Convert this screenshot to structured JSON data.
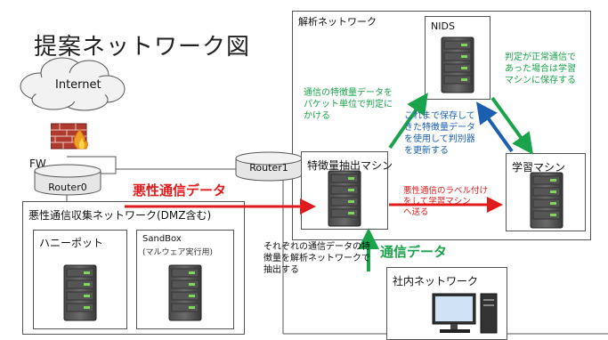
{
  "title": "提案ネットワーク図",
  "internet_label": "Internet",
  "fw_label": "FW",
  "router0_label": "Router0",
  "router1_label": "Router1",
  "analysis_network": {
    "title": "解析ネットワーク",
    "nids_label": "NIDS",
    "extractor_label": "特徴量抽出マシン",
    "learner_label": "学習マシン",
    "note_packet": [
      "通信の特徴量データを",
      "パケット単位で判定に",
      "かける"
    ],
    "note_save": [
      "判定が正常通信で",
      "あった場合は学習",
      "マシンに保存する"
    ],
    "note_update": [
      "これまで保存して",
      "きた特徴量データ",
      "を使用して判別器",
      "を更新する"
    ],
    "note_label": [
      "悪性通信のラベル付け",
      "をして学習マシン",
      "へ送る"
    ]
  },
  "malicious_network": {
    "title": "悪性通信収集ネットワーク(DMZ含む)",
    "honeypot_label": "ハニーポット",
    "sandbox_label": "SandBox",
    "sandbox_sub": "(マルウェア実行用)"
  },
  "malicious_traffic_label": "悪性通信データ",
  "traffic_label": "通信データ",
  "internal_network_label": "社内ネットワーク",
  "traffic_note": [
    "それぞれの通信データの特",
    "徴量を解析ネットワークで",
    "抽出する"
  ],
  "colors": {
    "green": "#1aa34a",
    "blue": "#1a5fb0",
    "red": "#e01b1b"
  }
}
